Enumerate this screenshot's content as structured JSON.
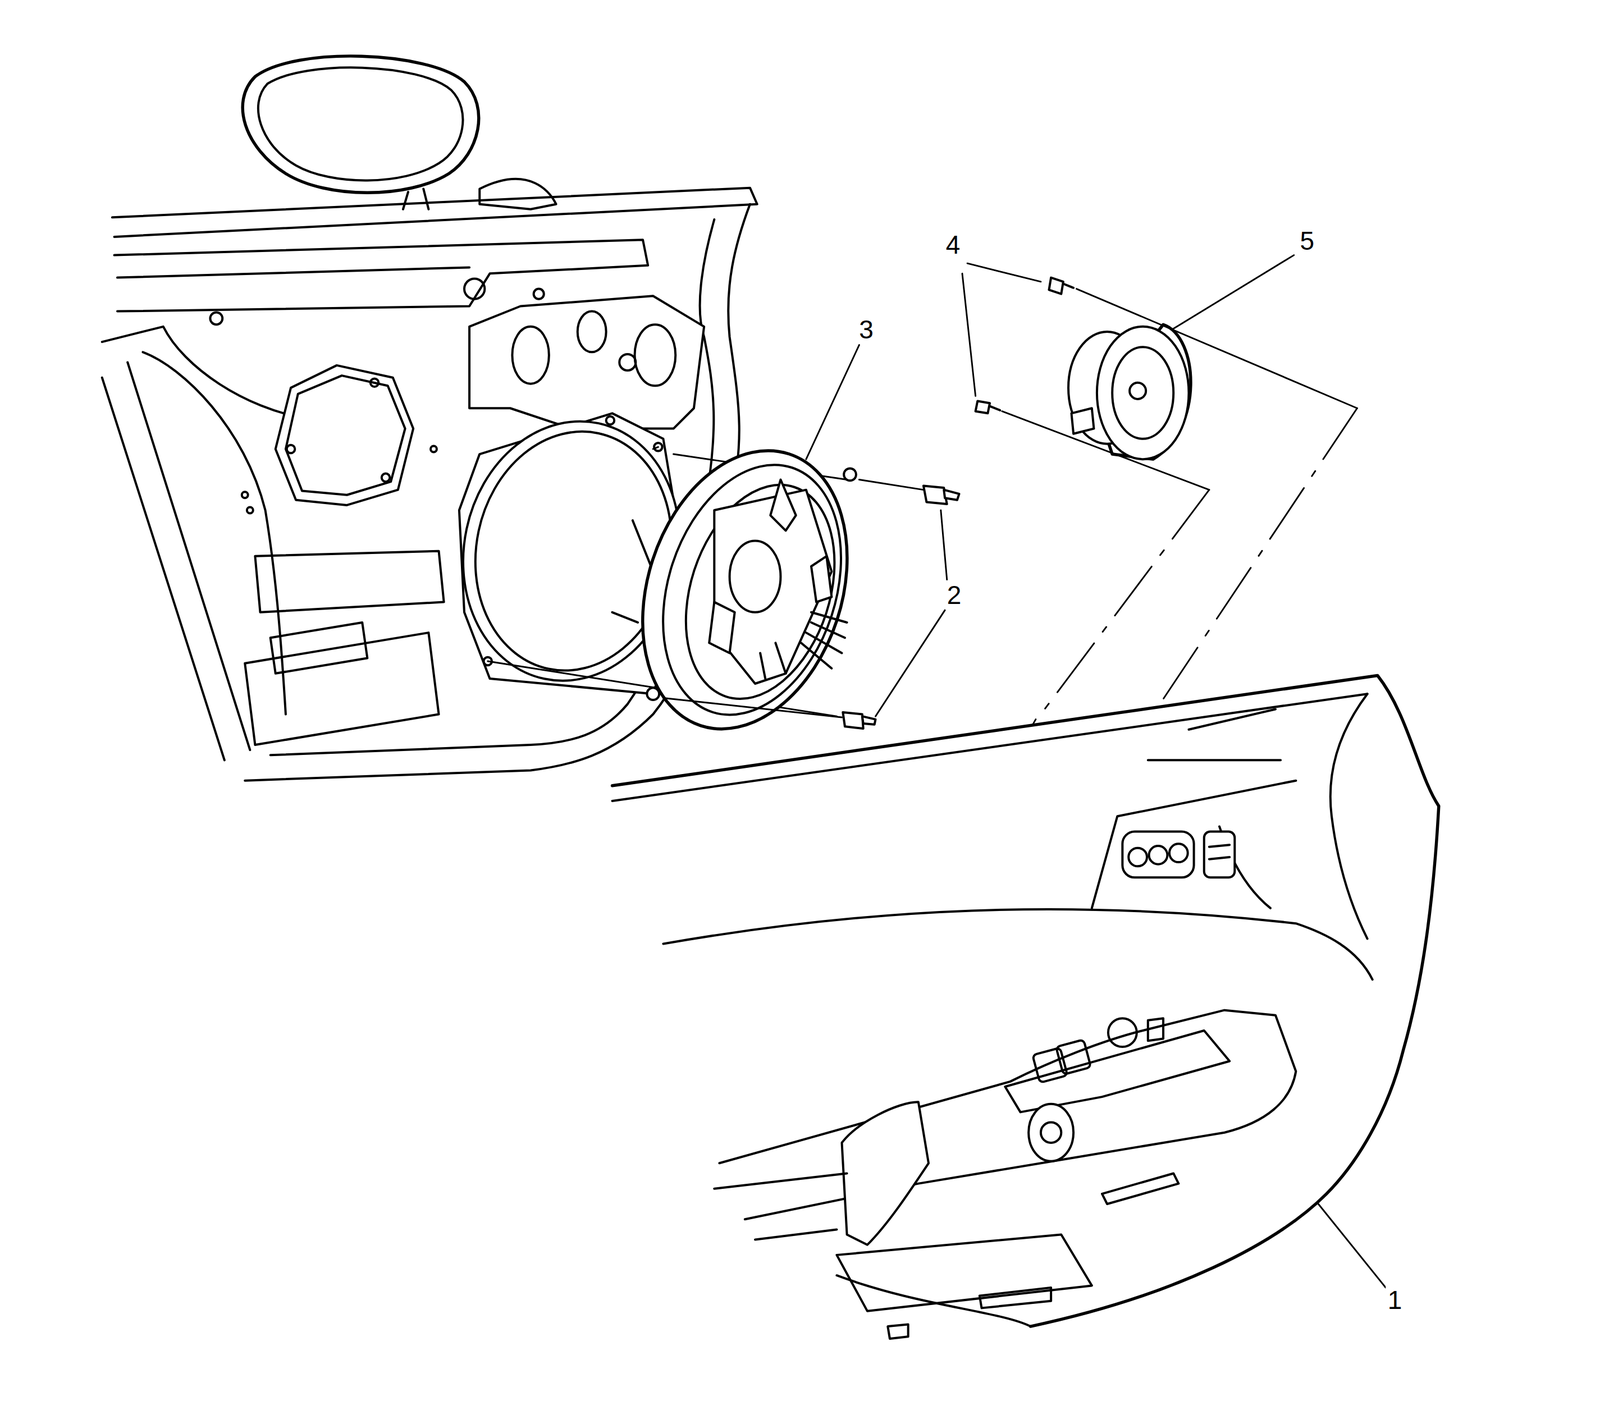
{
  "diagram": {
    "labels": [
      "4",
      "5",
      "3",
      "2",
      "1"
    ]
  }
}
